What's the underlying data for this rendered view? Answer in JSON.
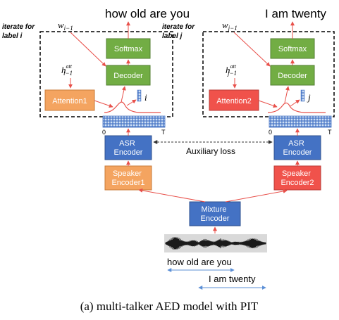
{
  "left_branch": {
    "iterate_line1": "iterate for",
    "iterate_line2": "label i",
    "output_text": "how old are you",
    "w_label": "w_{i-1}",
    "h_label": "h^{att}_{i-1}",
    "softmax": "Softmax",
    "decoder": "Decoder",
    "attention": "Attention1",
    "index": "i",
    "axis_start": "0",
    "axis_end": "T",
    "asr_line1": "ASR",
    "asr_line2": "Encoder",
    "speaker_line1": "Speaker",
    "speaker_line2": "Encoder1"
  },
  "right_branch": {
    "iterate_line1": "iterate for",
    "iterate_line2": "label j",
    "output_text": "I am twenty",
    "w_label": "w_{j-1}",
    "h_label": "h^{att}_{j-1}",
    "softmax": "Softmax",
    "decoder": "Decoder",
    "attention": "Attention2",
    "index": "j",
    "axis_start": "0",
    "axis_end": "T",
    "asr_line1": "ASR",
    "asr_line2": "Encoder",
    "speaker_line1": "Speaker",
    "speaker_line2": "Encoder2"
  },
  "auxiliary_loss": "Auxiliary loss",
  "mixture": {
    "line1": "Mixture",
    "line2": "Encoder"
  },
  "transcripts": {
    "first": "how old are you",
    "second": "I am twenty"
  },
  "caption": "(a) multi-talker AED model with PIT",
  "colors": {
    "green": "#72ad44",
    "blue": "#4472c4",
    "orange": "#f4a460",
    "red": "#f0524b",
    "arrow": "#e8504a"
  }
}
